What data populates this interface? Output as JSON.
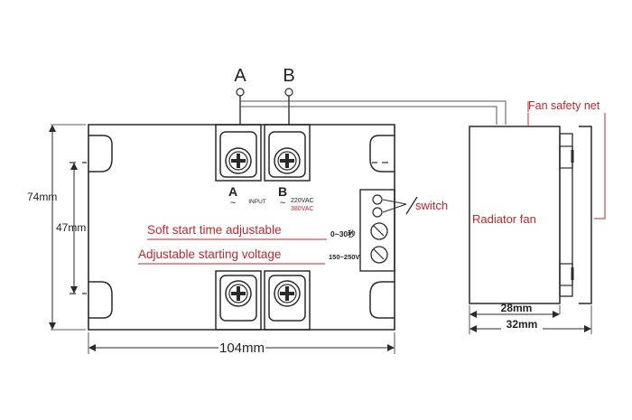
{
  "terminals": {
    "a": "A",
    "b": "B",
    "a_bottom": "A",
    "b_bottom": "B",
    "input": "INPUT",
    "vac_220": "220VAC",
    "vac_380": "380VAC"
  },
  "labels": {
    "switch": "switch",
    "soft_start": "Soft start time adjustable",
    "soft_start_range": "0~30秒",
    "starting_voltage": "Adjustable starting voltage",
    "voltage_range": "150~250V",
    "radiator_fan": "Radiator fan",
    "fan_safety_net": "Fan safety net"
  },
  "dimensions": {
    "height_outer": "74mm",
    "height_inner": "47mm",
    "width": "104mm",
    "side_inner": "28mm",
    "side_outer": "32mm"
  },
  "colors": {
    "outline": "#2a2a2a",
    "annotation_red": "#c0282b"
  }
}
